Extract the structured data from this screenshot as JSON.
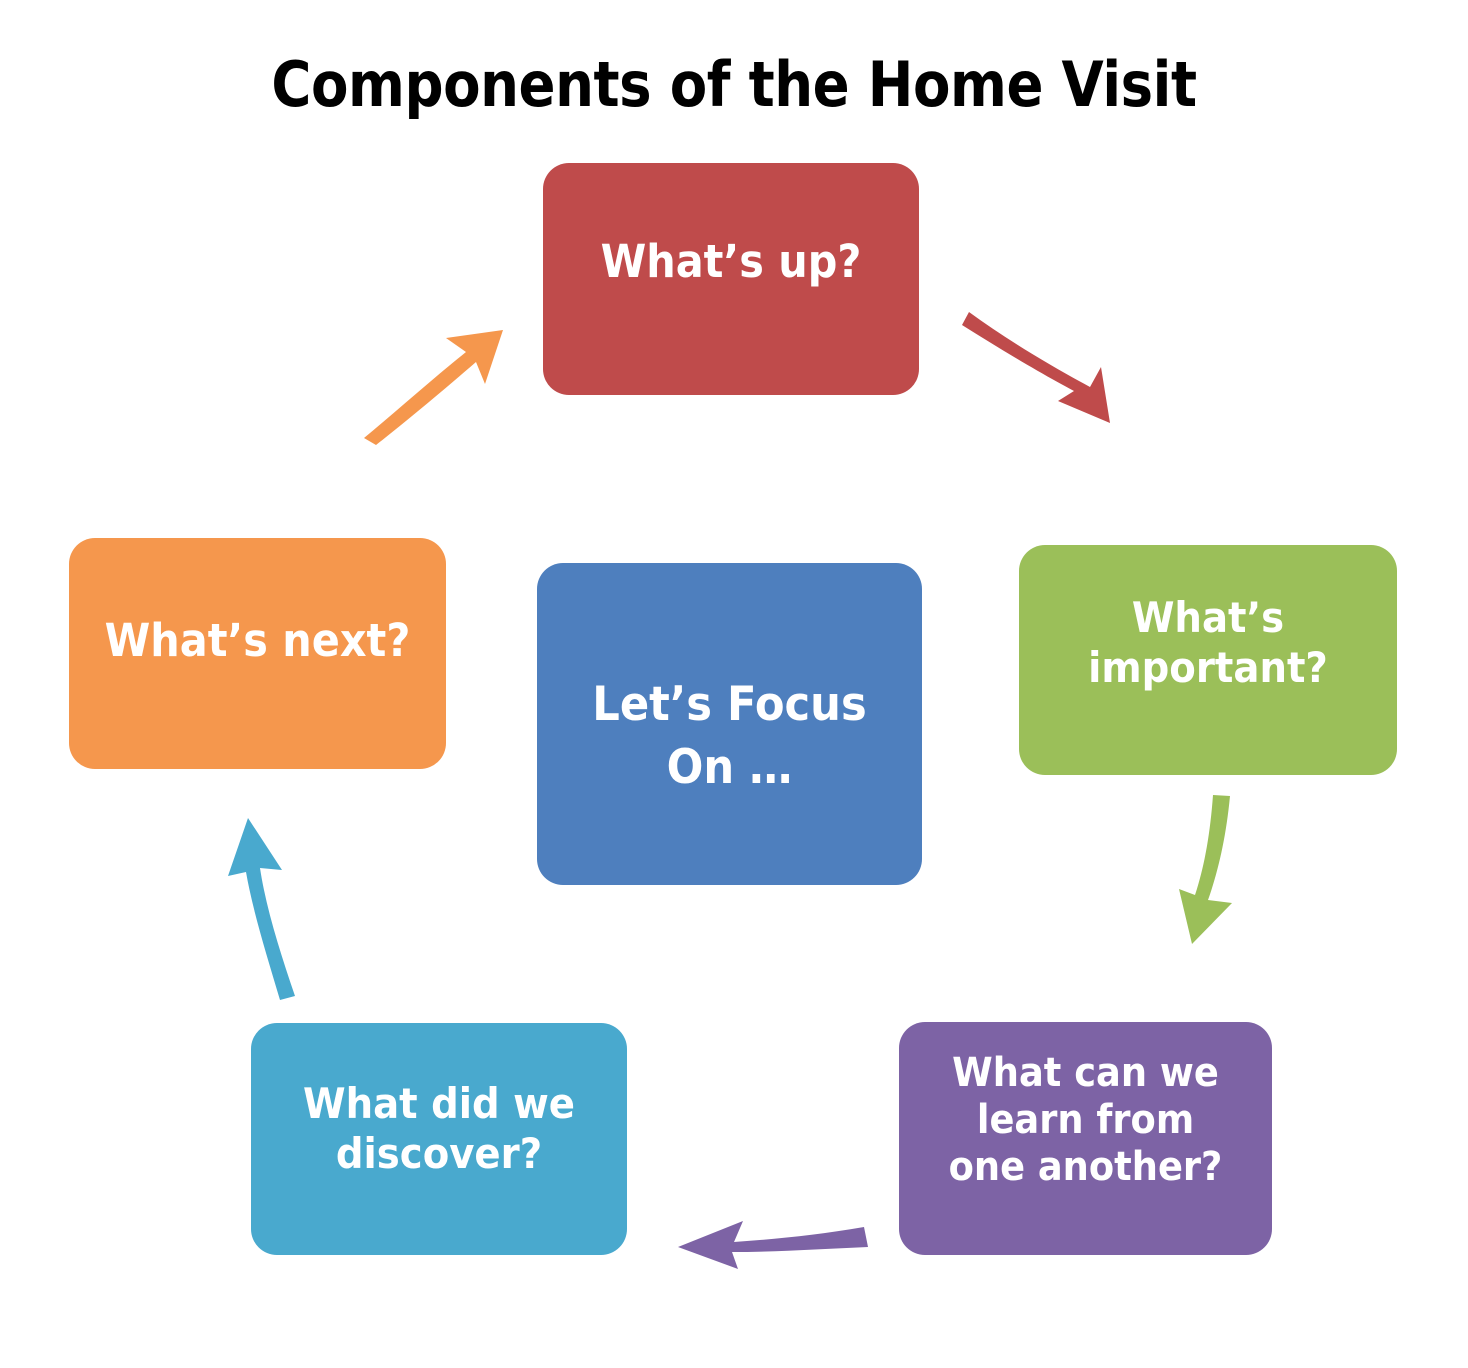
{
  "title": "Components of the Home Visit",
  "diagram": {
    "type": "cycle-diagram",
    "center": {
      "id": "lets-focus-on",
      "label": "Let’s Focus\nOn …",
      "color": "#4E7FBE"
    },
    "nodes": [
      {
        "id": "whats-up",
        "label": "What’s up?",
        "color": "#BF4B4B",
        "position": "top",
        "order": 1
      },
      {
        "id": "whats-important",
        "label": "What’s\nimportant?",
        "color": "#9BBF59",
        "position": "right",
        "order": 2
      },
      {
        "id": "learn-from-one-another",
        "label": "What can we\nlearn from\none another?",
        "color": "#7D63A5",
        "position": "bottom-right",
        "order": 3
      },
      {
        "id": "what-did-we-discover",
        "label": "What did we\ndiscover?",
        "color": "#49A9CE",
        "position": "bottom-left",
        "order": 4
      },
      {
        "id": "whats-next",
        "label": "What’s next?",
        "color": "#F5974D",
        "position": "left",
        "order": 5
      }
    ],
    "arrows": [
      {
        "id": "arrow-whats-up-to-whats-important",
        "from": "whats-up",
        "to": "whats-important",
        "color": "#BF4B4B",
        "direction": "down-right"
      },
      {
        "id": "arrow-whats-important-to-learn",
        "from": "whats-important",
        "to": "learn-from-one-another",
        "color": "#9BBF59",
        "direction": "down"
      },
      {
        "id": "arrow-learn-to-discover",
        "from": "learn-from-one-another",
        "to": "what-did-we-discover",
        "color": "#7D63A5",
        "direction": "left"
      },
      {
        "id": "arrow-discover-to-whats-next",
        "from": "what-did-we-discover",
        "to": "whats-next",
        "color": "#49A9CE",
        "direction": "up"
      },
      {
        "id": "arrow-whats-next-to-whats-up",
        "from": "whats-next",
        "to": "whats-up",
        "color": "#F5974D",
        "direction": "up-right"
      }
    ]
  },
  "colors": {
    "background": "#FFFFFF",
    "title_text": "#000000",
    "node_text": "#FFFFFF",
    "red": "#BF4B4B",
    "green": "#9BBF59",
    "purple": "#7D63A5",
    "teal": "#49A9CE",
    "orange": "#F5974D",
    "blue": "#4E7FBE"
  }
}
